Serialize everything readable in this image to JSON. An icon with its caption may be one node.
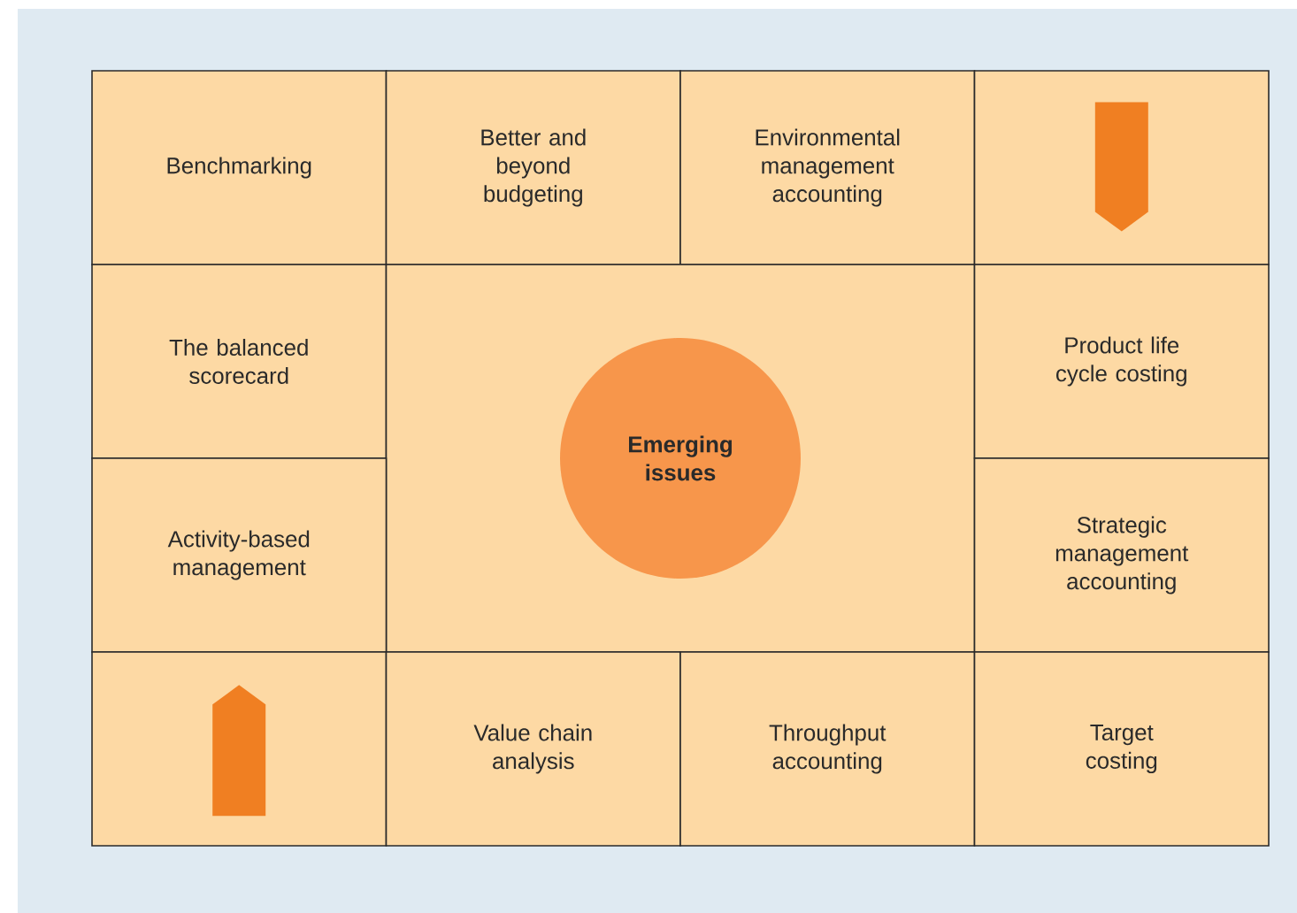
{
  "diagram": {
    "nodes": [
      {
        "text": [
          "Benchmarking"
        ]
      },
      {
        "text": [
          "Better and beyond budgeting"
        ]
      },
      {
        "text": [
          "Environmental management accounting"
        ]
      },
      {
        "text": [],
        "shape": "box"
      },
      {
        "text": [
          "The balanced scorecard"
        ]
      },
      {
        "text": [],
        "shape": "box"
      },
      {
        "text": [
          "Emerging issues"
        ],
        "in": 5
      },
      {
        "text": [
          "Product life cycle costing"
        ]
      },
      {
        "text": [
          "Activity-based management"
        ]
      },
      {
        "text": [
          "Strategic management accounting"
        ]
      },
      {
        "text": [],
        "shape": "box"
      },
      {
        "text": [
          "Value chain analysis"
        ]
      },
      {
        "text": [
          "Throughput accounting"
        ]
      },
      {
        "text": [
          "Target costing"
        ]
      }
    ]
  }
}
